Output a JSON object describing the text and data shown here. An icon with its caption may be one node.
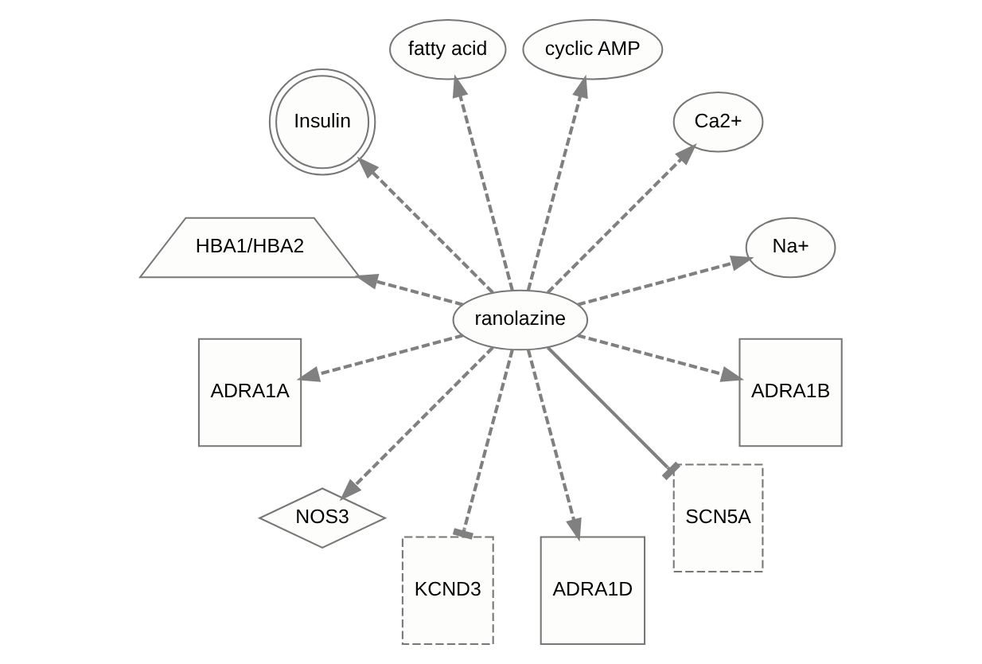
{
  "diagram": {
    "nodes": [
      {
        "text": [
          "Na+"
        ]
      },
      {
        "text": [
          "Ca2+"
        ]
      },
      {
        "text": [
          "cyclic AMP"
        ]
      },
      {
        "text": [
          "ranolazine"
        ]
      },
      {
        "text": [
          "fatty acid"
        ]
      },
      {
        "text": [
          "Insulin"
        ]
      },
      {
        "text": [
          "HBA1/HBA2"
        ]
      },
      {
        "text": [
          "ADRA1A"
        ]
      },
      {
        "text": [
          "NOS3"
        ]
      },
      {
        "text": [
          "KCND3"
        ]
      },
      {
        "text": [
          "ADRA1D"
        ]
      },
      {
        "text": [
          "SCN5A"
        ]
      },
      {
        "text": [
          "ADRA1B"
        ]
      }
    ],
    "edges": [
      {
        "from": 3,
        "to": 0,
        "arrow": "to",
        "style": "dashed"
      },
      {
        "from": 3,
        "to": 1,
        "arrow": "to",
        "style": "dashed"
      },
      {
        "from": 3,
        "to": 2,
        "arrow": "to",
        "style": "dashed"
      },
      {
        "from": 3,
        "to": 4,
        "arrow": "to",
        "style": "dashed"
      },
      {
        "from": 3,
        "to": 5,
        "arrow": "to",
        "style": "dashed"
      },
      {
        "from": 3,
        "to": 6,
        "arrow": "to",
        "style": "dashed"
      },
      {
        "from": 3,
        "to": 7,
        "arrow": "to",
        "style": "dashed"
      },
      {
        "from": 3,
        "to": 8,
        "arrow": "to",
        "style": "dashed"
      },
      {
        "from": 3,
        "to": 9,
        "arrow": "other",
        "style": "dashed"
      },
      {
        "from": 3,
        "to": 10,
        "arrow": "to",
        "style": "dashed"
      },
      {
        "from": 3,
        "to": 11,
        "arrow": "other"
      },
      {
        "from": 3,
        "to": 12,
        "arrow": "to",
        "style": "dashed"
      }
    ]
  }
}
